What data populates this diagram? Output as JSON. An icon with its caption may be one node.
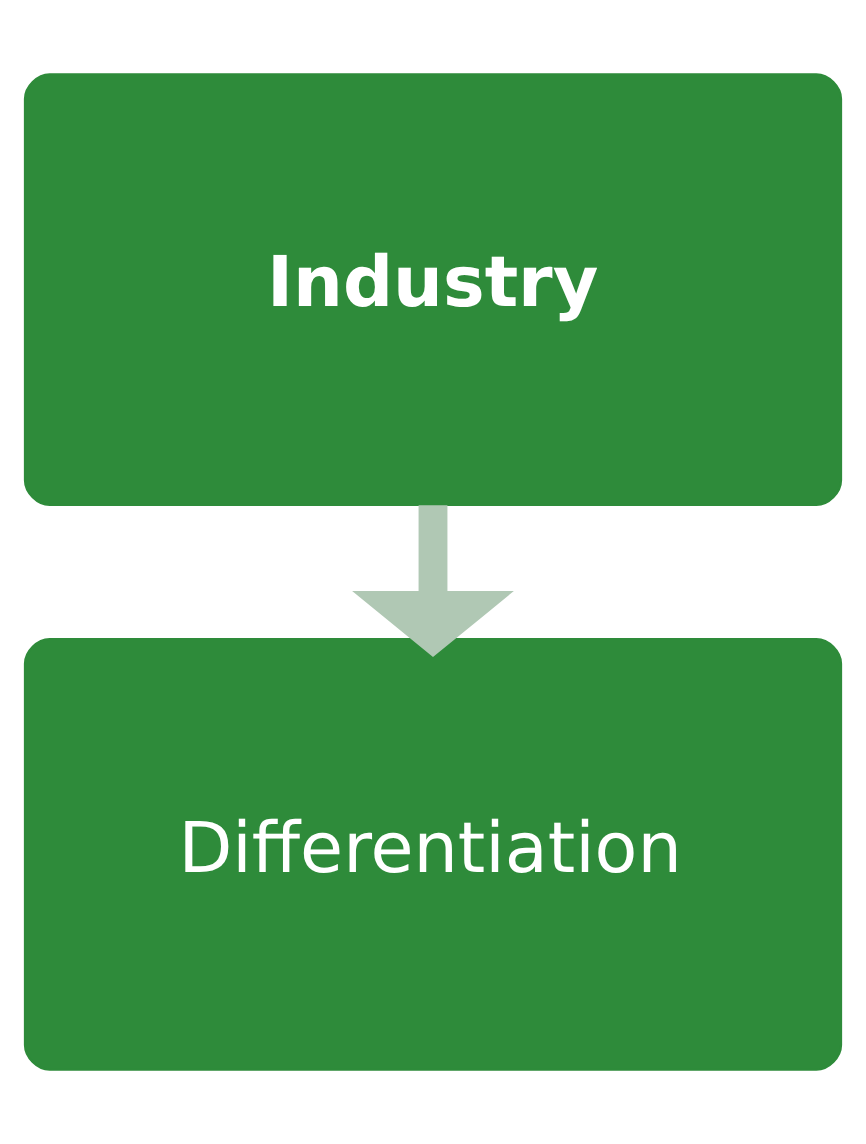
{
  "diagram": {
    "nodes": [
      {
        "text": [
          "Industry"
        ]
      },
      {
        "text": [
          "Differentiation"
        ]
      }
    ],
    "edges": [
      {
        "from": 0,
        "to": 1,
        "arrow": "to",
        "color": "#b0c8b4"
      }
    ]
  }
}
